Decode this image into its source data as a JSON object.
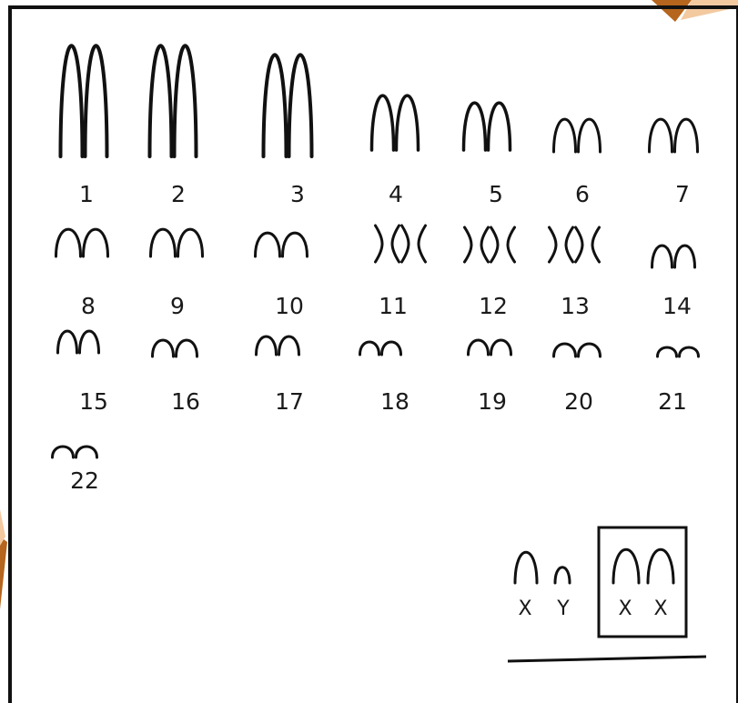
{
  "diagram": {
    "type": "karyotype",
    "colors": {
      "ink": "#111111",
      "background": "#ffffff",
      "accent_brown": "#b5651d",
      "accent_peach": "#f3c9a0"
    },
    "autosomes": [
      {
        "label": "1",
        "shape": "arch"
      },
      {
        "label": "2",
        "shape": "arch"
      },
      {
        "label": "3",
        "shape": "arch"
      },
      {
        "label": "4",
        "shape": "arch"
      },
      {
        "label": "5",
        "shape": "arch"
      },
      {
        "label": "6",
        "shape": "arch"
      },
      {
        "label": "7",
        "shape": "arch"
      },
      {
        "label": "8",
        "shape": "arch"
      },
      {
        "label": "9",
        "shape": "arch"
      },
      {
        "label": "10",
        "shape": "arch"
      },
      {
        "label": "11",
        "shape": "x"
      },
      {
        "label": "12",
        "shape": "x"
      },
      {
        "label": "13",
        "shape": "x"
      },
      {
        "label": "14",
        "shape": "arch"
      },
      {
        "label": "15",
        "shape": "arch"
      },
      {
        "label": "16",
        "shape": "arch"
      },
      {
        "label": "17",
        "shape": "arch"
      },
      {
        "label": "18",
        "shape": "arch"
      },
      {
        "label": "19",
        "shape": "arch"
      },
      {
        "label": "20",
        "shape": "arch"
      },
      {
        "label": "21",
        "shape": "arch"
      },
      {
        "label": "22",
        "shape": "arch"
      }
    ],
    "sex_chromosomes": {
      "male_pair": [
        "X",
        "Y"
      ],
      "female_pair": [
        "X",
        "X"
      ],
      "boxed": "female_pair"
    },
    "answer_line_text": ""
  }
}
